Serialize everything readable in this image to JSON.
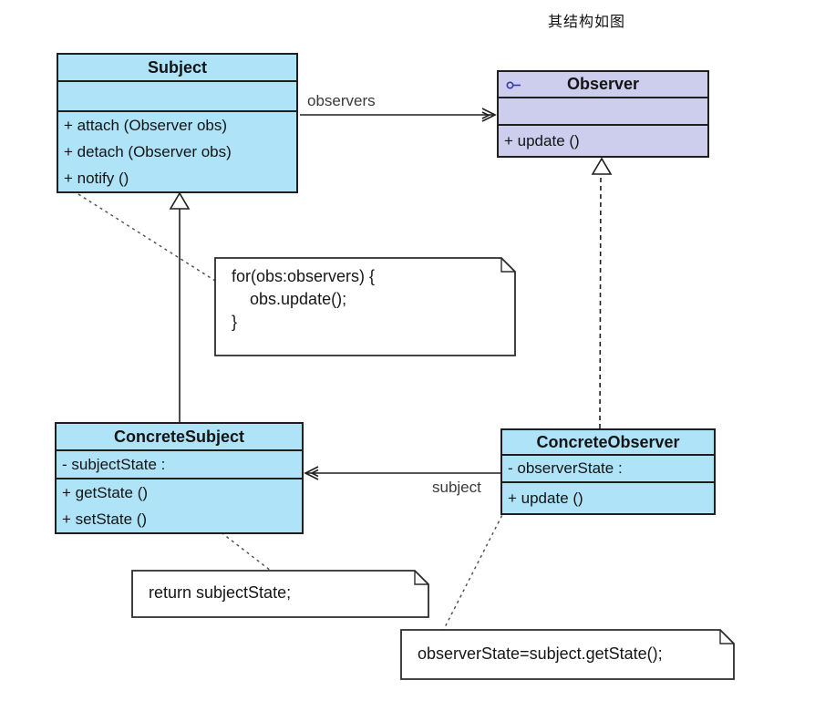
{
  "caption": "其结构如图",
  "colors": {
    "classFill": "#aee3f8",
    "interfaceFill": "#cdcdee",
    "lineColor": "#1f1f1f",
    "noteFill": "#ffffff",
    "labelColor": "#3a3a3a",
    "iconColor": "#3939ac"
  },
  "classes": {
    "subject": {
      "title": "Subject",
      "methods": [
        "+ attach (Observer obs)",
        "+ detach (Observer obs)",
        "+ notify ()"
      ]
    },
    "observer": {
      "title": "Observer",
      "icon": "interface-lollipop-icon",
      "methods": [
        "+ update ()"
      ]
    },
    "concreteSubject": {
      "title": "ConcreteSubject",
      "attributes": [
        "- subjectState :"
      ],
      "methods": [
        "+ getState ()",
        "+ setState ()"
      ]
    },
    "concreteObserver": {
      "title": "ConcreteObserver",
      "attributes": [
        "- observerState :"
      ],
      "methods": [
        "+ update ()"
      ]
    }
  },
  "notes": {
    "forLoop": {
      "lines": [
        "for(obs:observers) {",
        "    obs.update();",
        "}"
      ]
    },
    "returnState": {
      "lines": [
        "return subjectState;"
      ]
    },
    "observerAssign": {
      "lines": [
        "observerState=subject.getState();"
      ]
    }
  },
  "edgeLabels": {
    "observers": "observers",
    "subject": "subject"
  },
  "edges": {
    "observersAssociation": "Subject -> Observer (open arrow)",
    "subjectAssociation": "ConcreteObserver -> ConcreteSubject (open arrow)",
    "generalization": "ConcreteSubject -|> Subject (solid, hollow triangle)",
    "realization": "ConcreteObserver ..|> Observer (dashed, hollow triangle)"
  }
}
